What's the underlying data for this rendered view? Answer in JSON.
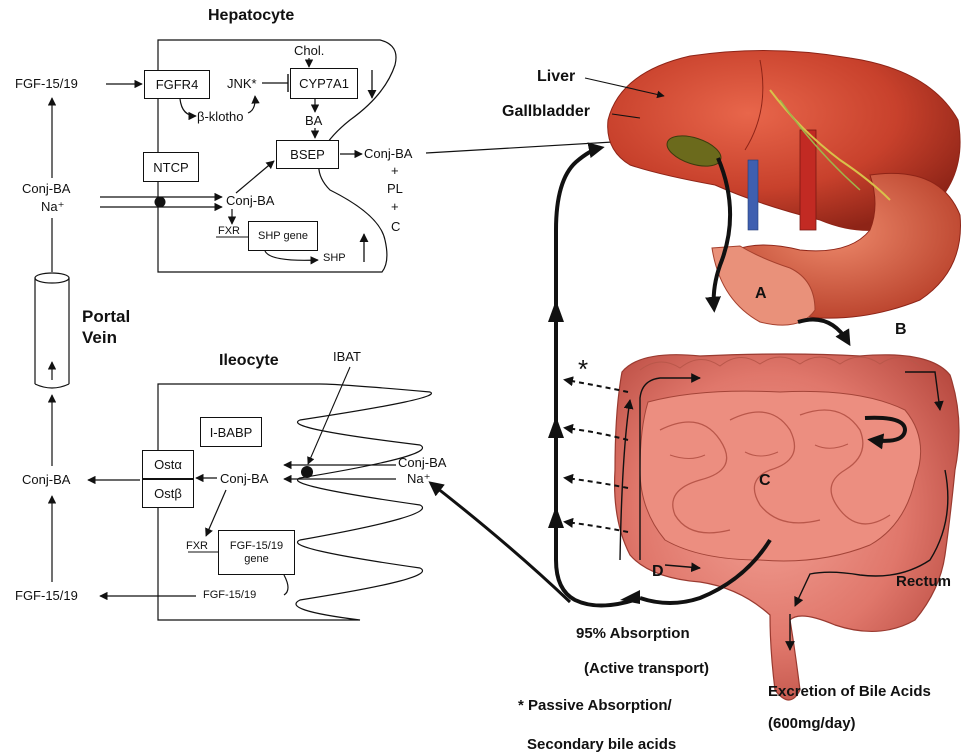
{
  "hepatocyte": {
    "title": "Hepatocyte",
    "fgfr4": "FGFR4",
    "cyp7a1": "CYP7A1",
    "jnk": "JNK*",
    "chol": "Chol.",
    "beta_klotho": "β-klotho",
    "ba": "BA",
    "ntcp": "NTCP",
    "bsep": "BSEP",
    "conj_ba": "Conj-BA",
    "fxr": "FXR",
    "shp_gene": "SHP gene",
    "shp": "SHP",
    "secretion_conj_ba": "Conj-BA",
    "plus1": "+",
    "pl": "PL",
    "plus2": "+",
    "c": "C"
  },
  "portal": {
    "fgf_top": "FGF-15/19",
    "conj_ba_na_line1": "Conj-BA",
    "conj_ba_na_line2": "Na⁺",
    "portal_vein_line1": "Portal",
    "portal_vein_line2": "Vein",
    "conj_ba_bottom": "Conj-BA",
    "fgf_bottom": "FGF-15/19"
  },
  "ileocyte": {
    "title": "Ileocyte",
    "ibat": "IBAT",
    "ibabp": "I-BABP",
    "ost_alpha": "Ostα",
    "ost_beta": "Ostβ",
    "conj_ba": "Conj-BA",
    "lumen_conj_ba": "Conj-BA",
    "lumen_na": "Na⁺",
    "fxr": "FXR",
    "fgf_gene_line1": "FGF-15/19",
    "fgf_gene_line2": "gene",
    "fgf_out": "FGF-15/19"
  },
  "anatomy": {
    "liver": "Liver",
    "gallbladder": "Gallbladder",
    "label_a": "A",
    "label_b": "B",
    "label_c": "C",
    "label_d": "D",
    "rectum": "Rectum",
    "asterisk": "*",
    "absorption_line1": "95% Absorption",
    "absorption_line2": "(Active transport)",
    "passive_line1": "* Passive Absorption/",
    "passive_line2": "Secondary bile acids",
    "excretion_line1": "Excretion of Bile Acids",
    "excretion_line2": "(600mg/day)"
  },
  "colors": {
    "liver": "#c8412c",
    "intestine": "#e0776b",
    "gallbladder": "#6b6a1c",
    "stomach": "#d9553c",
    "outline": "#111111"
  }
}
